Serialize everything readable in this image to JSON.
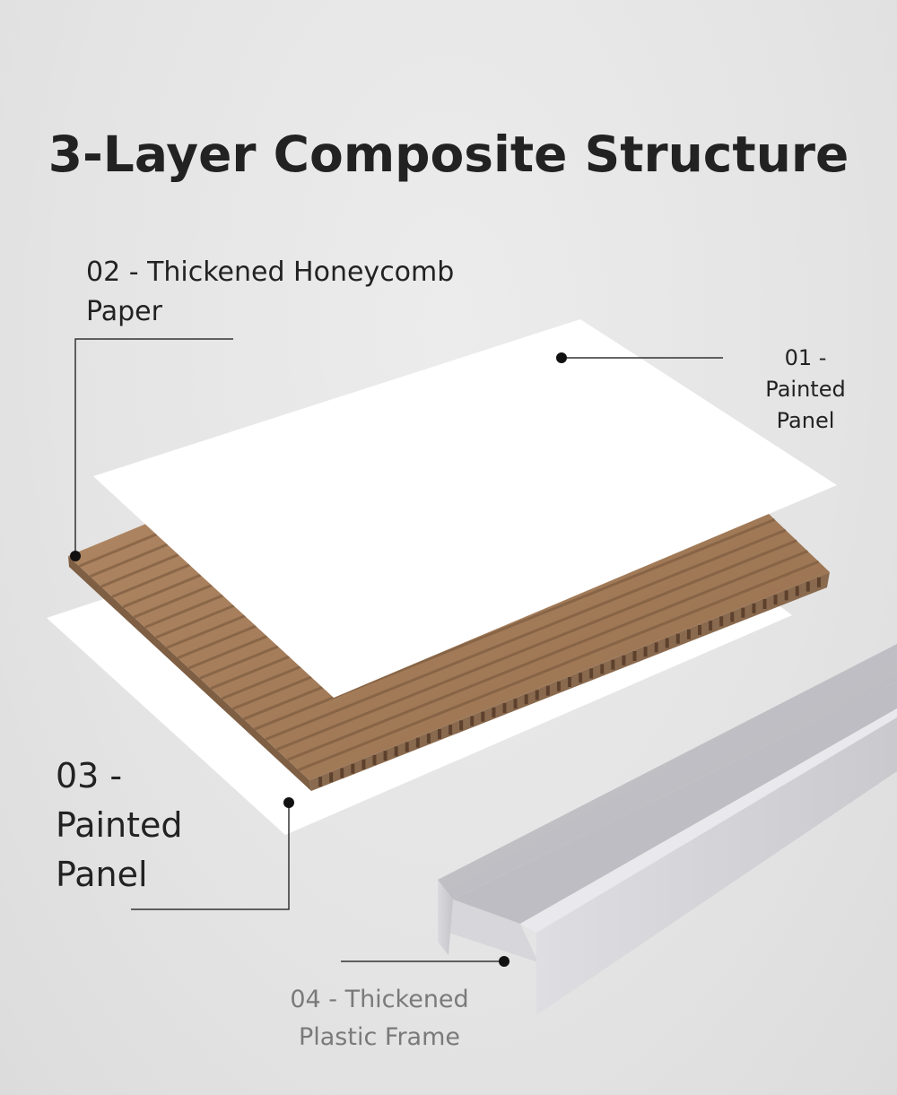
{
  "title": "3-Layer Composite Structure",
  "labels": {
    "honeycomb": {
      "line1": "02 - Thickened Honeycomb",
      "line2": "Paper"
    },
    "top_panel": {
      "line1": "01 -",
      "line2": "Painted",
      "line3": "Panel"
    },
    "bottom_panel": {
      "line1": "03 -",
      "line2": "Painted",
      "line3": "Panel"
    },
    "frame": {
      "line1": "04 - Thickened",
      "line2": "Plastic Frame"
    }
  },
  "colors": {
    "background": "#e7e7e7",
    "panel": "#ffffff",
    "honeycomb": "#a47b58",
    "frame": "#cfcfd4",
    "text": "#222222",
    "frame_label_text": "#7a7a7a"
  }
}
